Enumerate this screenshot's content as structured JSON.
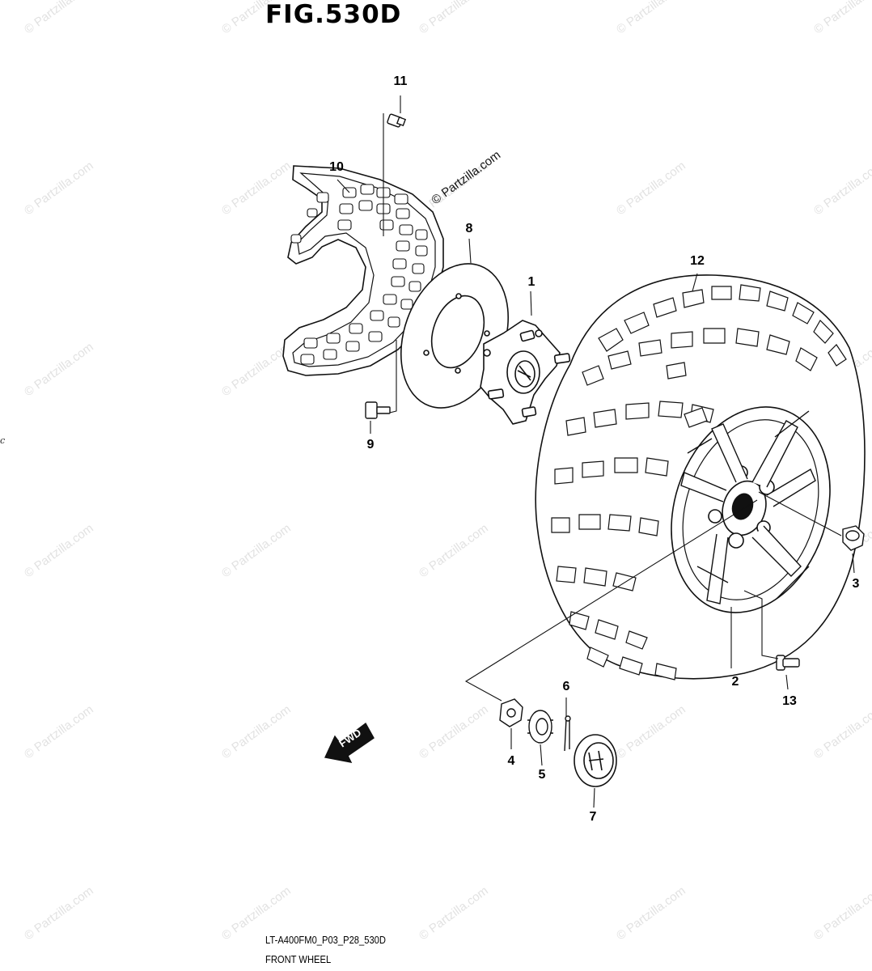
{
  "figure": {
    "title": "FIG.530D",
    "model_code": "LT-A400FM0_P03_P28_530D",
    "caption": "FRONT WHEEL"
  },
  "watermark_text": "© Partzilla.com",
  "stamp_text": "© Partzilla.com",
  "stray_mark": "c",
  "fwd_label": "FWD",
  "callouts": [
    "1",
    "2",
    "3",
    "4",
    "5",
    "6",
    "7",
    "8",
    "9",
    "10",
    "11",
    "12",
    "13"
  ],
  "colors": {
    "line": "#111111",
    "watermark": "#e2e2e2",
    "background": "#ffffff"
  }
}
